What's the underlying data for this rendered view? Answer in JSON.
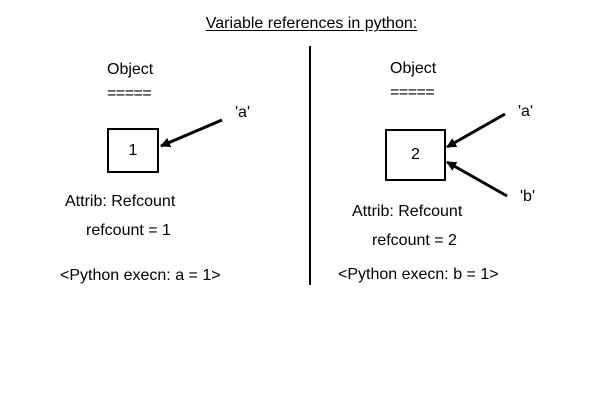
{
  "title": "Variable references in python:",
  "left": {
    "object_label": "Object",
    "object_underline": "=====",
    "box_value": "1",
    "var_a": "'a'",
    "attrib": "Attrib: Refcount",
    "refcount": "refcount = 1",
    "execution": "<Python execn: a = 1>"
  },
  "right": {
    "object_label": "Object",
    "object_underline": "=====",
    "box_value": "2",
    "var_a": "'a'",
    "var_b": "'b'",
    "attrib": "Attrib: Refcount",
    "refcount": "refcount = 2",
    "execution": "<Python execn: b = 1>"
  }
}
